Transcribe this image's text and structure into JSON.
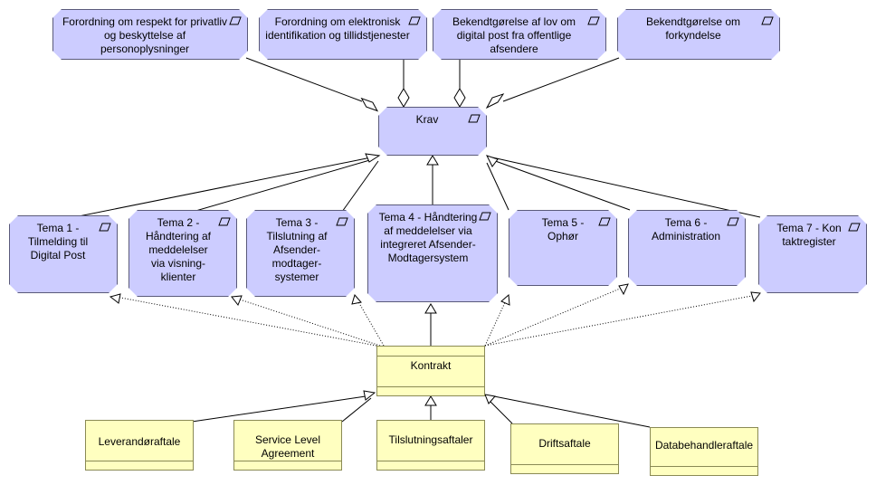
{
  "requirements": {
    "forordning_privatliv": "Forordning om respekt for privatliv og beskyttelse af personoplysninger",
    "forordning_elektronisk": "Forordning om elektronisk identifikation og tillidstjenester",
    "bekendtgorelse_digital_post": "Bekendtgørelse af lov om digital post fra offentlige afsendere",
    "bekendtgorelse_forkyndelse": "Bekendtgørelse om forkyndelse",
    "krav": "Krav",
    "tema1": "Tema 1 - Tilmelding til Digital Post",
    "tema2": "Tema 2 - Håndtering af meddelelser via visning-klienter",
    "tema3": "Tema 3 - Tilslutning af Afsender-modtager-systemer",
    "tema4": "Tema 4 - Håndtering af meddelelser via integreret Afsender-Modtagersystem",
    "tema5": "Tema 5 - Ophør",
    "tema6": "Tema 6 - Administration",
    "tema7": "Tema 7 - Kontaktregister"
  },
  "contracts": {
    "kontrakt": "Kontrakt",
    "leverandoraftale": "Leverandøraftale",
    "service_level": "Service Level Agreement",
    "tilslutningsaftaler": "Tilslutningsaftaler",
    "driftsaftale": "Driftsaftale",
    "databehandleraftale": "Databehandleraftale"
  },
  "colors": {
    "requirement_fill": "#ccccff",
    "contract_fill": "#ffffc0",
    "line": "#000000"
  },
  "icons": {
    "requirement": "parallelogram-icon"
  }
}
